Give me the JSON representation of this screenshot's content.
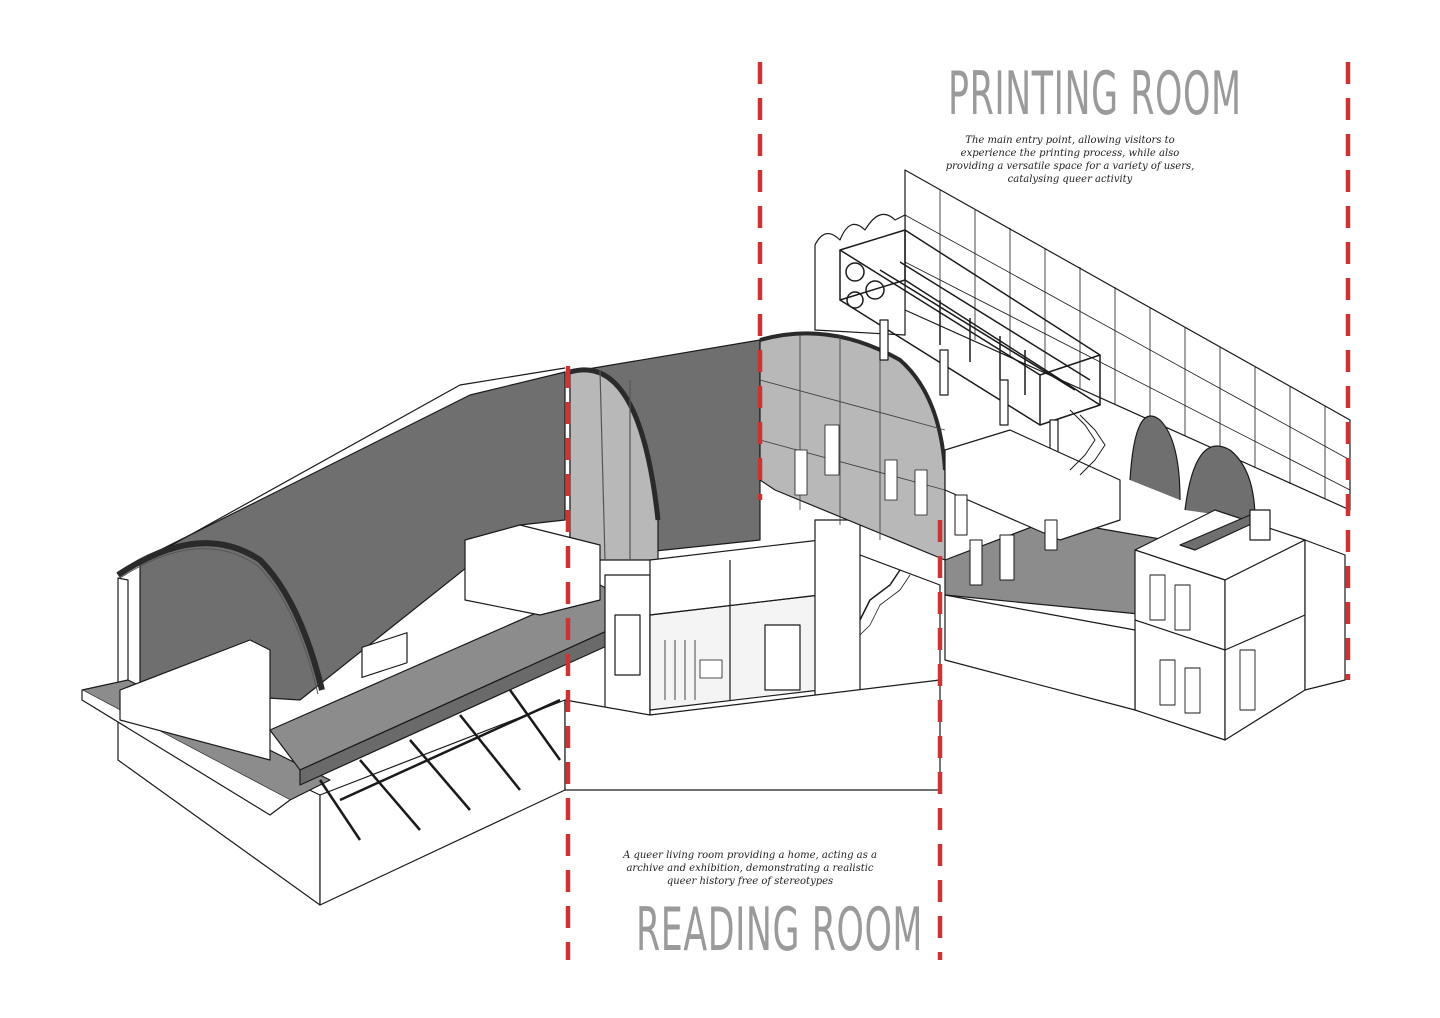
{
  "printing_room": {
    "title": "PRINTING ROOM",
    "description": "The main entry point, allowing visitors to\nexperience the printing process, while also\nproviding a versatile space for a variety of users,\ncatalysing queer activity"
  },
  "reading_room": {
    "title": "READING ROOM",
    "description": "A queer living room providing a home, acting as a\narchive and exhibition, demonstrating a realistic\nqueer history free of stereotypes"
  },
  "colors": {
    "divider_red": "#cc3333",
    "wall_grey": "#6f6f6f",
    "floor_grey": "#8c8c8c",
    "glass_grey": "#b8b8b8",
    "title_grey": "#9a9a9a",
    "line": "#1a1a1a"
  }
}
